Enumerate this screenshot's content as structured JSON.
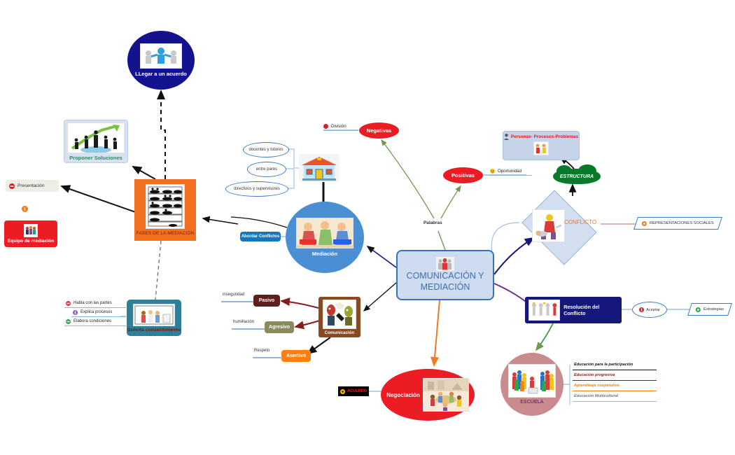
{
  "central": {
    "line1": "COMUNICACIÓN Y",
    "line2": "MEDIACIÓN",
    "icon": "people-group-icon"
  },
  "connector_labels": {
    "palabras": "Palabras"
  },
  "left_branch": {
    "acuerdo": {
      "label": "LLegar a un acuerdo",
      "icon": "handshake-people-icon"
    },
    "proponer": {
      "label": "Proponer Soluciones",
      "icon": "growth-chart-people-icon"
    },
    "fases": {
      "label": "FASES DE LA MEDIACIÓN",
      "icon": "comic-strip-icon"
    },
    "presentacion": {
      "label": "Presentación",
      "icon": "red-circle-icon"
    },
    "equipo": {
      "label": "Equipo de mediación",
      "icon": "team-icon"
    },
    "lone_marker": {
      "icon": "orange-dot-icon"
    },
    "solicita": {
      "label": "Solicita consentimiento",
      "icon": "meeting-drawing-icon"
    },
    "solicita_items": [
      {
        "label": "Habla con las partes",
        "icon": "red-dot-icon",
        "color": "#d23c3c"
      },
      {
        "label": "Explica procesos",
        "icon": "purple-dot-icon",
        "color": "#8b5fbf"
      },
      {
        "label": "Elabora condiciones",
        "icon": "green-dot-icon",
        "color": "#3aa05a"
      }
    ]
  },
  "mediacion_branch": {
    "title": "Mediación",
    "icon": "argument-cartoon-icon",
    "tag": "Abordar Conflictos",
    "school_icon": "school-building-icon",
    "types": [
      "docentes y tutores",
      "entre pares",
      "directivos y supervisores"
    ]
  },
  "comunicacion_branch": {
    "title": "Comunicación",
    "icon": "speaking-characters-icon",
    "styles": [
      {
        "label": "Pasivo",
        "trait": "inseguridad",
        "color": "#5e1f1f"
      },
      {
        "label": "Agresivo",
        "trait": "humillación",
        "color": "#8b8a5a"
      },
      {
        "label": "Asertivo",
        "trait": "Respeto",
        "color": "#ff7f0e"
      }
    ]
  },
  "valence": {
    "negativas": {
      "label": "Negativas",
      "tag": "División",
      "tag_icon": "red-dot-icon"
    },
    "positivas": {
      "label": "Positivas",
      "tag": "Oportunidad",
      "tag_icon": "yellow-smiley-icon"
    }
  },
  "conflicto_branch": {
    "title": "CONFLICTO",
    "icon": "fight-cartoon-icon",
    "personas": {
      "label": "Personas- Procesos-Problemas",
      "icon": "person-icon",
      "thumb": "conflict-pair-icon"
    },
    "estructura": "ESTRUCTURA",
    "representaciones": {
      "label": "REPRESENTACIONES SOCIALES",
      "icon": "orange-circle-icon"
    }
  },
  "resolucion_branch": {
    "title": "Resolución del Conflicto",
    "icon": "figures-line-icon",
    "aceptar": {
      "label": "Aceptar",
      "icon": "red-circle-icon"
    },
    "estrategias": {
      "label": "Estrategias",
      "icon": "green-circle-icon"
    }
  },
  "negociacion_branch": {
    "title": "Negociación",
    "icon": "round-table-meeting-icon",
    "acuerdo_tag": {
      "label": "ACUERDO",
      "icon": "yellow-dot-icon"
    }
  },
  "escuela_branch": {
    "title": "ESCUELA",
    "icon": "classroom-figures-icon",
    "items": [
      {
        "label": "Educación para la participación",
        "color": "#111111"
      },
      {
        "label": "Educación progresiva",
        "color": "#8b1a1a"
      },
      {
        "label": "Aprendizaje cooperativo",
        "color": "#e8860c"
      },
      {
        "label": "Educación Multicultural",
        "color": "#777777"
      }
    ]
  },
  "palette": {
    "central_fill": "#cfdcef",
    "central_border": "#3a6fbf",
    "orange": "#f0701f",
    "red": "#ec1c24",
    "navy": "#13138f",
    "teal": "#2e8098",
    "brown": "#8a4a21",
    "green_cloud": "#0a7a2a",
    "rose": "#c98b8e",
    "blue_circle": "#4a8fd4"
  }
}
